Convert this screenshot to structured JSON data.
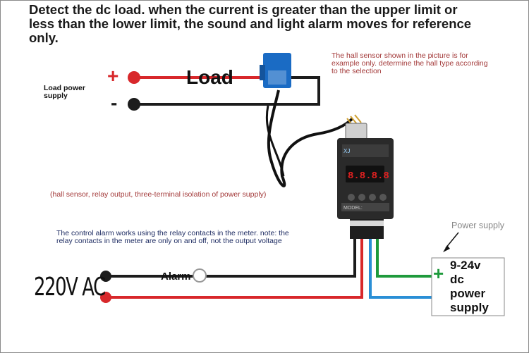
{
  "headline": "Detect the dc load. when the current is greater than the upper limit or\nless than the lower limit, the sound and light alarm moves for reference\nonly.",
  "hall_note": "The hall sensor shown in the picture is for\nexample only. determine the hall type according\nto the selection",
  "load_power_label": "Load power\nsupply",
  "plus_sign": "+",
  "minus_sign": "-",
  "load_label": "Load",
  "sensor_note": "(hall sensor, relay output, three-terminal isolation of power supply)",
  "relay_note": "The control alarm works using the relay contacts in the meter. note: the\nrelay contacts in the meter are only on and off, not the output voltage",
  "meter": {
    "brand": "XJ",
    "display": "8.8.8.8",
    "model_label": "MODEL:"
  },
  "ac_label": "220V AC",
  "alarm_label": "Alarm",
  "power_supply_label": "Power supply",
  "dc_supply": {
    "plus": "+",
    "text": "9-24v\ndc\npower\nsupply"
  },
  "colors": {
    "red_wire": "#d8282b",
    "black_wire": "#1c1c1c",
    "green_wire": "#1e9a3c",
    "blue_wire": "#2a8fd6",
    "sensor_blue": "#1a6bc4",
    "meter_body": "#2a2a2a"
  }
}
